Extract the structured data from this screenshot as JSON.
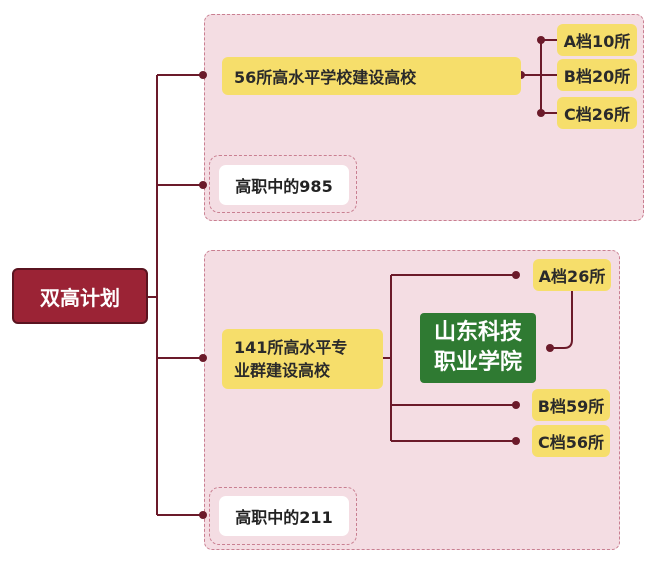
{
  "root": {
    "label": "双高计划"
  },
  "group_a": {
    "main_label": "56所高水平学校建设高校",
    "equivalent_label": "高职中的985",
    "tiers": [
      {
        "label": "A档10所"
      },
      {
        "label": "B档20所"
      },
      {
        "label": "C档26所"
      }
    ]
  },
  "group_b": {
    "main_label_line1": "141所高水平专",
    "main_label_line2": "业群建设高校",
    "equivalent_label": "高职中的211",
    "highlight_line1": "山东科技",
    "highlight_line2": "职业学院",
    "tiers": [
      {
        "label": "A档26所"
      },
      {
        "label": "B档59所"
      },
      {
        "label": "C档56所"
      }
    ]
  },
  "colors": {
    "root_fill": "#9b2335",
    "group_fill": "#f4dde3",
    "node_yellow": "#f6de6b",
    "highlight_green": "#2f7a32",
    "connector": "#6b1a2a"
  }
}
